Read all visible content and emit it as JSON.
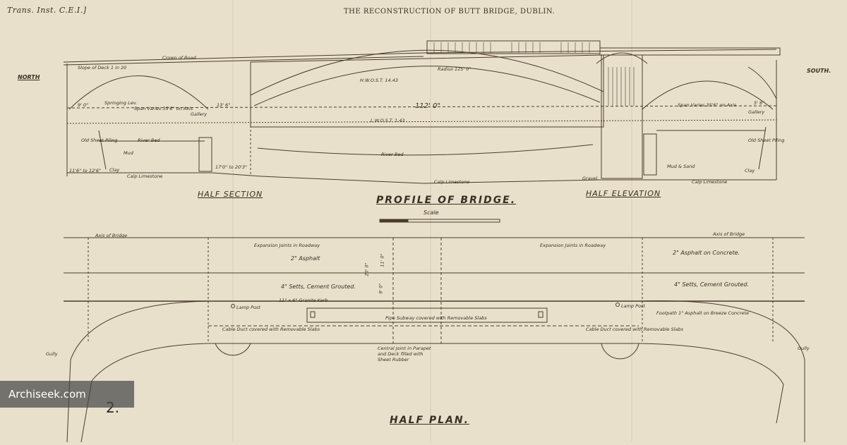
{
  "header": {
    "left": "Trans. Inst. C.E.I.]",
    "center": "THE RECONSTRUCTION OF BUTT BRIDGE, DUBLIN."
  },
  "profile": {
    "title": "PROFILE OF BRIDGE.",
    "scale_label": "Scale",
    "north": "NORTH",
    "south": "SOUTH.",
    "half_section": "HALF SECTION",
    "half_elevation": "HALF ELEVATION",
    "clear_span": "112' 0\"",
    "river_bed": "River Bed",
    "calp_left": "Calp Limestone",
    "calp_mid": "Calp Limestone",
    "calp_right": "Calp Limestone",
    "crown_of_road": "Crown of Road",
    "slope": "Slope of Deck 1 in 20",
    "hwost": "H.W.O.S.T. 14.43",
    "lwost": "L.W.O.S.T. 1.43",
    "radius": "Radius 125' 0\"",
    "mud": "Mud",
    "clay_left": "Clay",
    "clay_right": "Clay",
    "sand": "Mud & Sand",
    "gravel": "Gravel",
    "old_sheet_piling": "Old Sheet Piling",
    "springing": "Springing Lev.",
    "span_varies": "Span Varies 35'6\" on Axis",
    "gallery": "Gallery",
    "dims_left": "11'6\" to 12'6\"",
    "dims_mid": "17'0\" to 20'3\"",
    "dim_9": "9' 0\"",
    "dim_13": "13' 6\"",
    "dim_5": "5' 6\""
  },
  "plan": {
    "title": "HALF PLAN.",
    "axis_left": "Axis of Bridge",
    "axis_right": "Axis of Bridge",
    "expansion_left": "Expansion Joints in Roadway",
    "expansion_right": "Expansion Joints in Roadway",
    "asphalt_left": "2\" Asphalt",
    "asphalt_right": "2\" Asphalt on Concrete.",
    "setts_left": "4\" Setts, Cement Grouted.",
    "setts_right": "4\" Setts, Cement Grouted.",
    "kerb": "11\" x 6\" Granite Kerb",
    "pipe_subway": "Pipe Subway covered with Removable Slabs",
    "cable_left": "Cable Duct covered with Removable Slabs",
    "cable_right": "Cable Duct covered with Removable Slabs",
    "footpath": "Footpath 1\" Asphalt on Breeze Concrete",
    "central_joint": "Central Joint in Parapet and Deck filled with Sheet Rubber",
    "lamp_left": "Lamp Post",
    "lamp_right": "Lamp Post",
    "gully_left": "Gully",
    "gully_right": "Gully",
    "dim_20": "20' 0\"",
    "dim_11": "11' 0\"",
    "dim_9b": "9' 0\""
  },
  "plate_number": "2.",
  "watermark": "Archiseek.com"
}
